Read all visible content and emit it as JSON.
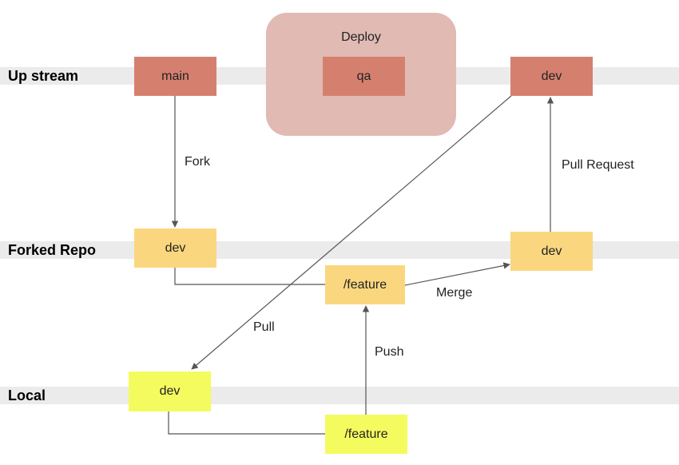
{
  "lanes": {
    "upstream": "Up stream",
    "forked": "Forked Repo",
    "local": "Local"
  },
  "group": {
    "deploy": "Deploy"
  },
  "nodes": {
    "upstream_main": "main",
    "upstream_qa": "qa",
    "upstream_dev": "dev",
    "forked_dev_left": "dev",
    "forked_feature": "/feature",
    "forked_dev_right": "dev",
    "local_dev": "dev",
    "local_feature": "/feature"
  },
  "edges": {
    "fork": "Fork",
    "pull_request": "Pull Request",
    "merge": "Merge",
    "pull": "Pull",
    "push": "Push"
  },
  "colors": {
    "upstream_node": "#d5806f",
    "deploy_group": "#e0bab3",
    "forked_node": "#fad77f",
    "local_node": "#f4fb5e",
    "lane": "#ebebeb",
    "arrow": "#555555"
  }
}
